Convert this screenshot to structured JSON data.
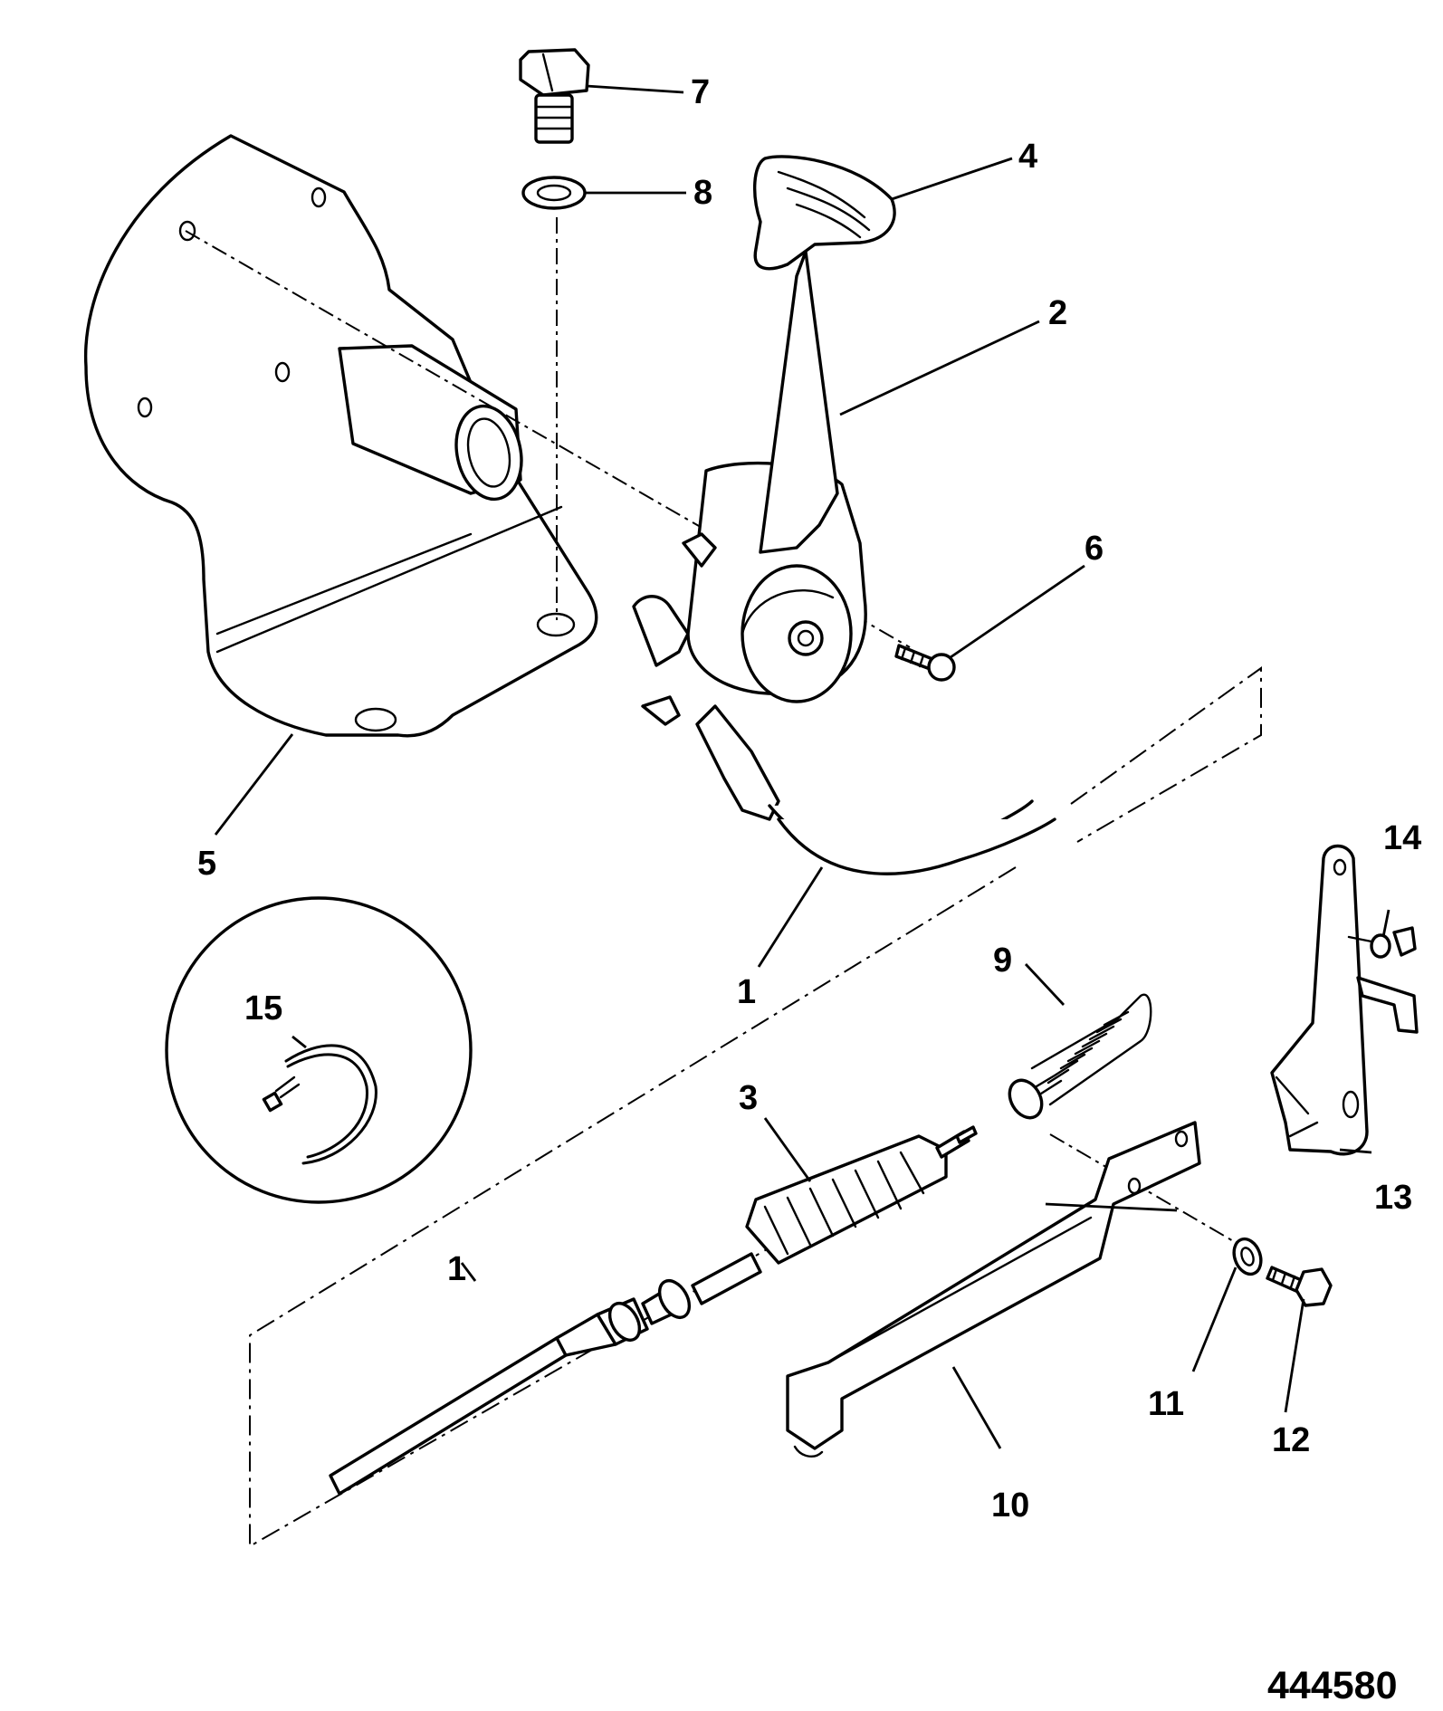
{
  "diagram": {
    "reference_number": "444580",
    "callouts": {
      "c1a": "1",
      "c1b": "1",
      "c2": "2",
      "c3": "3",
      "c4": "4",
      "c5": "5",
      "c6": "6",
      "c7": "7",
      "c8": "8",
      "c9": "9",
      "c10": "10",
      "c11": "11",
      "c12": "12",
      "c13": "13",
      "c14": "14",
      "c15": "15"
    }
  }
}
